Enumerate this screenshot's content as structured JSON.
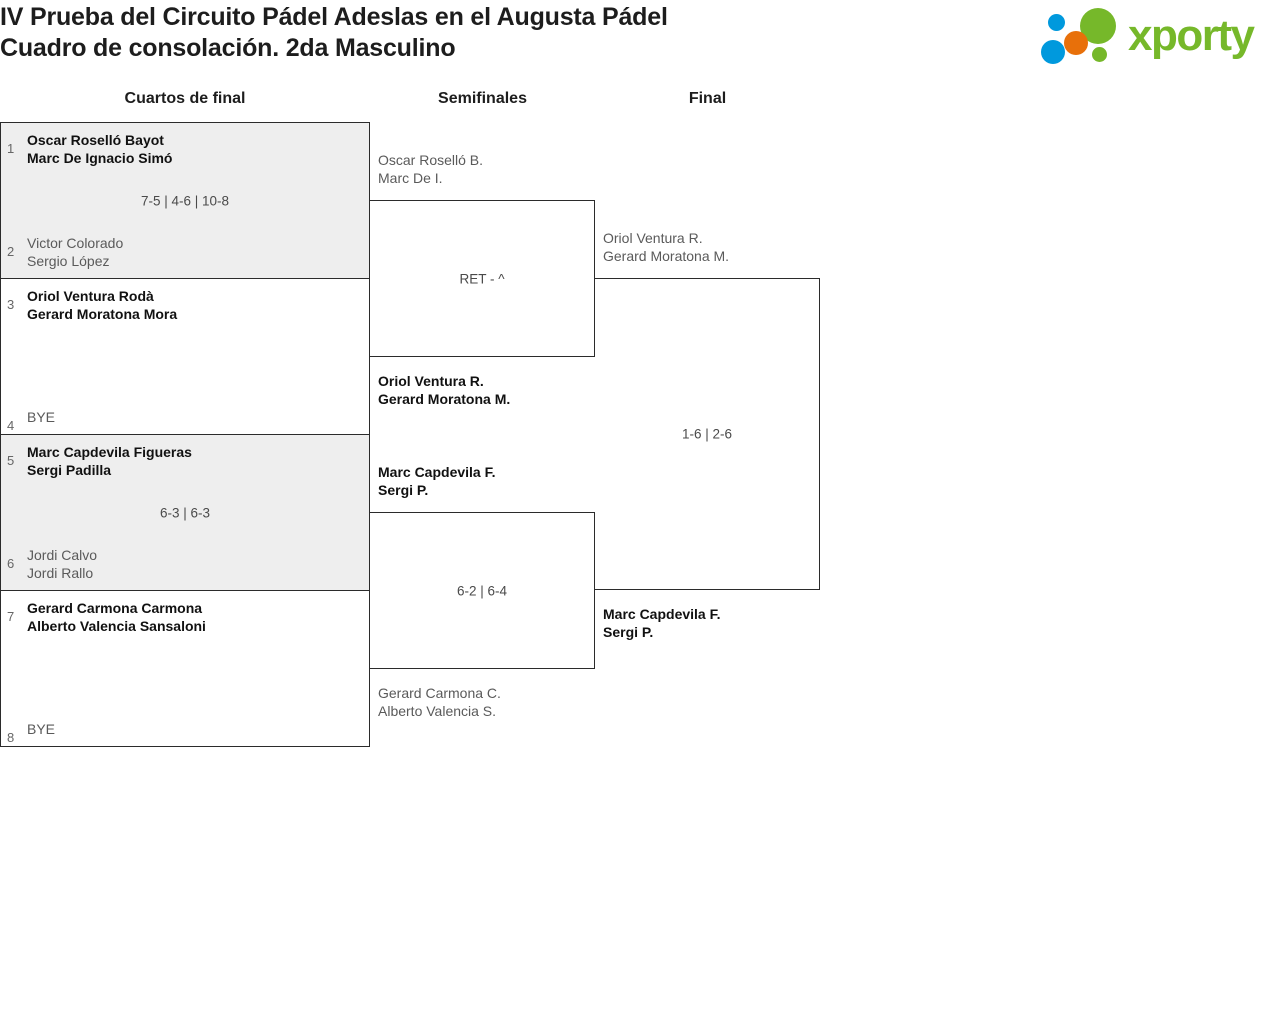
{
  "header": {
    "title_line_1": "IV Prueba del Circuito Pádel Adeslas en el Augusta Pádel",
    "title_line_2": "Cuadro de consolación. 2da Masculino",
    "logo_text": "xporty",
    "logo_colors": {
      "green": "#76b82a",
      "orange": "#e8700a",
      "blue": "#0099dd"
    }
  },
  "rounds": [
    {
      "key": "quarterfinals",
      "label": "Cuartos de final"
    },
    {
      "key": "semifinals",
      "label": "Semifinales"
    },
    {
      "key": "final",
      "label": "Final"
    }
  ],
  "quarterfinals": [
    {
      "shaded": true,
      "top": {
        "seed": "1",
        "line1": "Oscar Roselló Bayot",
        "line2": "Marc De Ignacio Simó",
        "result": "winner"
      },
      "bottom": {
        "seed": "2",
        "line1": "Victor Colorado",
        "line2": "Sergio López",
        "result": "loser"
      },
      "score": "7-5 | 4-6 | 10-8"
    },
    {
      "shaded": false,
      "top": {
        "seed": "3",
        "line1": "Oriol Ventura Rodà",
        "line2": "Gerard Moratona Mora",
        "result": "winner"
      },
      "bottom": {
        "seed": "4",
        "line1": "BYE",
        "line2": "",
        "result": "bye"
      },
      "score": ""
    },
    {
      "shaded": true,
      "top": {
        "seed": "5",
        "line1": "Marc Capdevila Figueras",
        "line2": "Sergi Padilla",
        "result": "winner"
      },
      "bottom": {
        "seed": "6",
        "line1": "Jordi Calvo",
        "line2": "Jordi Rallo",
        "result": "loser"
      },
      "score": "6-3 | 6-3"
    },
    {
      "shaded": false,
      "top": {
        "seed": "7",
        "line1": "Gerard Carmona Carmona",
        "line2": "Alberto Valencia Sansaloni",
        "result": "winner"
      },
      "bottom": {
        "seed": "8",
        "line1": "BYE",
        "line2": "",
        "result": "bye"
      },
      "score": ""
    }
  ],
  "semifinals": [
    {
      "top": {
        "line1": "Oscar Roselló B.",
        "line2": "Marc De I.",
        "result": "loser"
      },
      "bottom": {
        "line1": "Oriol Ventura R.",
        "line2": "Gerard Moratona M.",
        "result": "winner"
      },
      "score": "RET - ^"
    },
    {
      "top": {
        "line1": "Marc Capdevila F.",
        "line2": "Sergi P.",
        "result": "winner"
      },
      "bottom": {
        "line1": "Gerard Carmona C.",
        "line2": "Alberto Valencia S.",
        "result": "loser"
      },
      "score": "6-2 | 6-4"
    }
  ],
  "final": [
    {
      "top": {
        "line1": "Oriol Ventura R.",
        "line2": "Gerard Moratona M.",
        "result": "loser"
      },
      "bottom": {
        "line1": "Marc Capdevila F.",
        "line2": "Sergi P.",
        "result": "winner"
      },
      "score": "1-6 | 2-6"
    }
  ]
}
